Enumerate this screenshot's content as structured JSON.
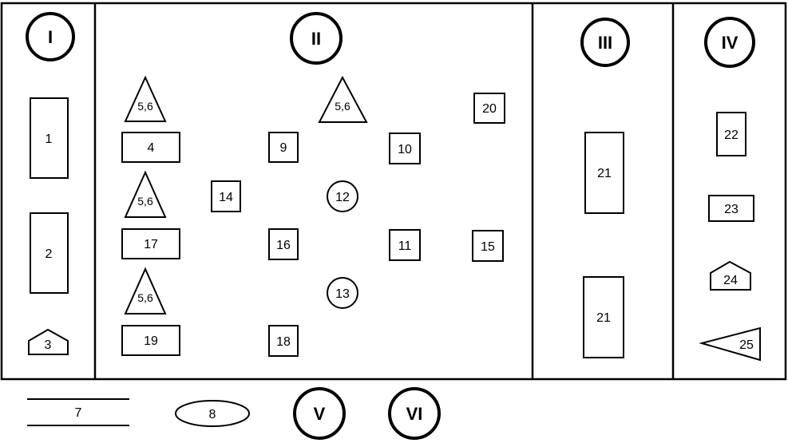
{
  "zones": {
    "z1": "I",
    "z2": "II",
    "z3": "III",
    "z4": "IV",
    "z5": "V",
    "z6": "VI"
  },
  "items": {
    "i1": "1",
    "i2": "2",
    "i3": "3",
    "i4": "4",
    "i56a": "5,6",
    "i56b": "5,6",
    "i56c": "5,6",
    "i56d": "5,6",
    "i7": "7",
    "i8": "8",
    "i9": "9",
    "i10": "10",
    "i11": "11",
    "i12": "12",
    "i13": "13",
    "i14": "14",
    "i15": "15",
    "i16": "16",
    "i17": "17",
    "i18": "18",
    "i19": "19",
    "i20": "20",
    "i21a": "21",
    "i21b": "21",
    "i22": "22",
    "i23": "23",
    "i24": "24",
    "i25": "25"
  }
}
